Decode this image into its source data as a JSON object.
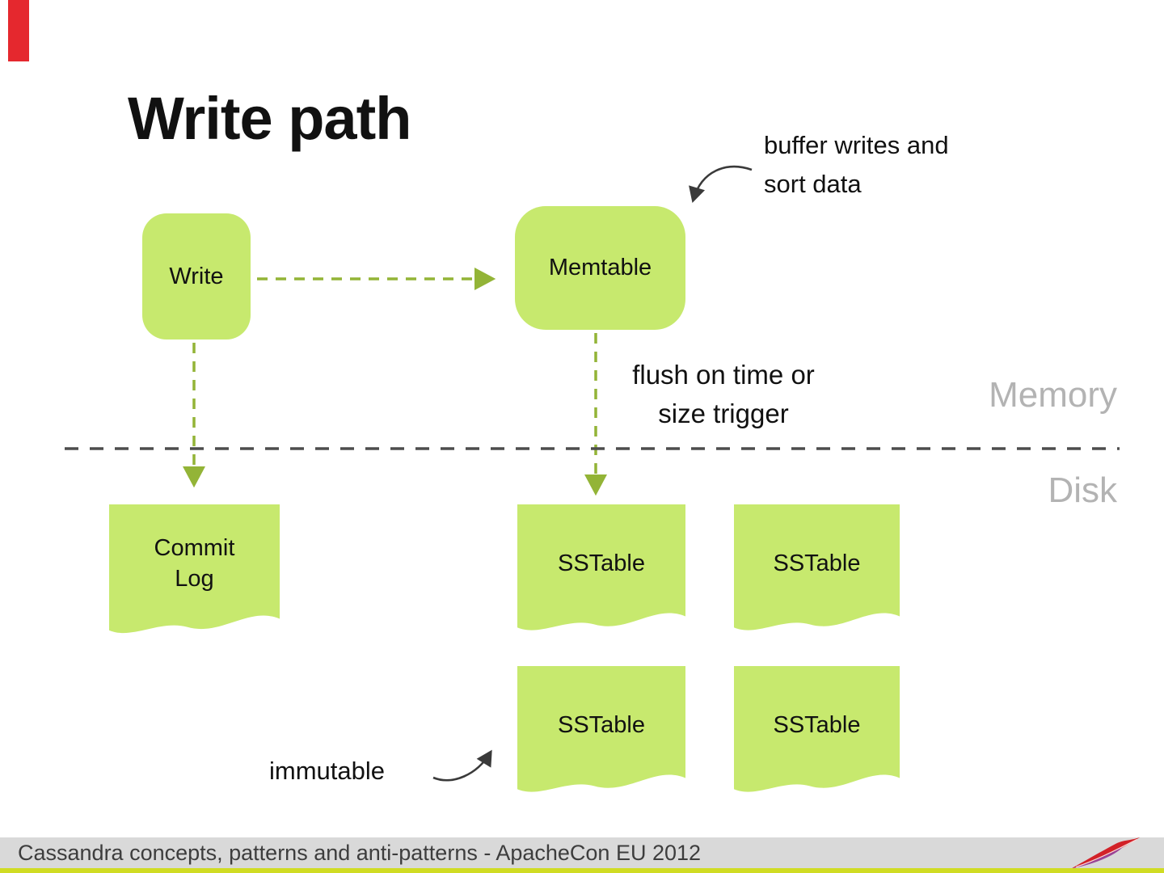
{
  "title": "Write path",
  "annotations": {
    "buffer": "buffer writes and\nsort data",
    "flush": "flush on time or\nsize trigger",
    "immutable": "immutable",
    "memory": "Memory",
    "disk": "Disk"
  },
  "nodes": {
    "write": "Write",
    "memtable": "Memtable",
    "commit_log": "Commit\nLog",
    "sstables": [
      "SSTable",
      "SSTable",
      "SSTable",
      "SSTable"
    ]
  },
  "footer": {
    "text": "Cassandra concepts, patterns and anti-patterns - ApacheCon EU 2012",
    "logo": "apache-feather"
  },
  "colors": {
    "node_fill": "#c7e96e",
    "arrow": "#93b437",
    "divider": "#4d4d4d",
    "muted_label": "#b3b3b3",
    "accent_red": "#e5282e",
    "footer_bg": "#d9d9d9",
    "bottom_strip": "#d0dc23",
    "sketch": "#3a3a3a"
  }
}
